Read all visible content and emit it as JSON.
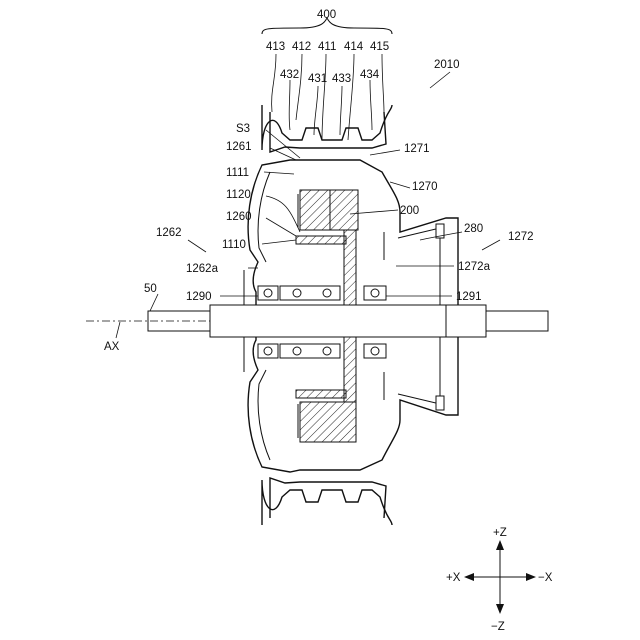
{
  "labels": {
    "l400": "400",
    "l413": "413",
    "l412": "412",
    "l411": "411",
    "l414": "414",
    "l415": "415",
    "l432": "432",
    "l431": "431",
    "l433": "433",
    "l434": "434",
    "l2010": "2010",
    "lS3": "S3",
    "l1261": "1261",
    "l1271": "1271",
    "l1111": "1111",
    "l1270": "1270",
    "l1120": "1120",
    "l200": "200",
    "l1260": "1260",
    "l280": "280",
    "l1262": "1262",
    "l1272": "1272",
    "l1110": "1110",
    "l1262a": "1262a",
    "l1272a": "1272a",
    "l50": "50",
    "l1290": "1290",
    "l1291": "1291",
    "lAX": "AX"
  },
  "axes": {
    "plus_z": "+Z",
    "minus_z": "−Z",
    "plus_x": "+X",
    "minus_x": "−X"
  }
}
